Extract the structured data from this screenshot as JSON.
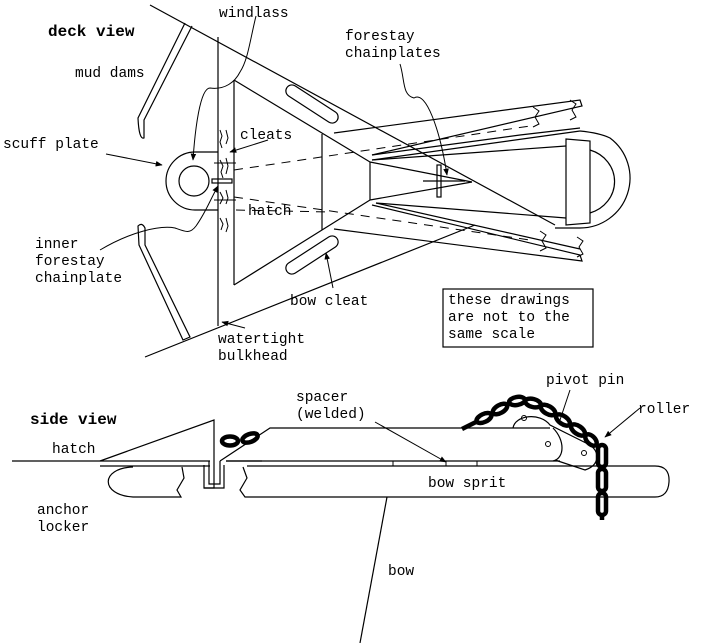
{
  "diagram": {
    "deck_view": {
      "title": "deck view",
      "labels": {
        "windlass": "windlass",
        "forestay_chainplates_1": "forestay",
        "forestay_chainplates_2": "chainplates",
        "mud_dams": "mud dams",
        "scuff_plate": "scuff plate",
        "cleats": "cleats",
        "hatch": "hatch",
        "inner_forestay_1": "inner",
        "inner_forestay_2": "forestay",
        "inner_forestay_3": "chainplate",
        "bow_cleat": "bow cleat",
        "watertight_1": "watertight",
        "watertight_2": "bulkhead"
      }
    },
    "note": {
      "line1": "these drawings",
      "line2": "are not to the",
      "line3": "same scale"
    },
    "side_view": {
      "title": "side view",
      "labels": {
        "hatch": "hatch",
        "spacer_1": "spacer",
        "spacer_2": "(welded)",
        "pivot_pin": "pivot pin",
        "roller": "roller",
        "bow_sprit": "bow sprit",
        "anchor_1": "anchor",
        "anchor_2": "locker",
        "bow": "bow"
      }
    }
  }
}
